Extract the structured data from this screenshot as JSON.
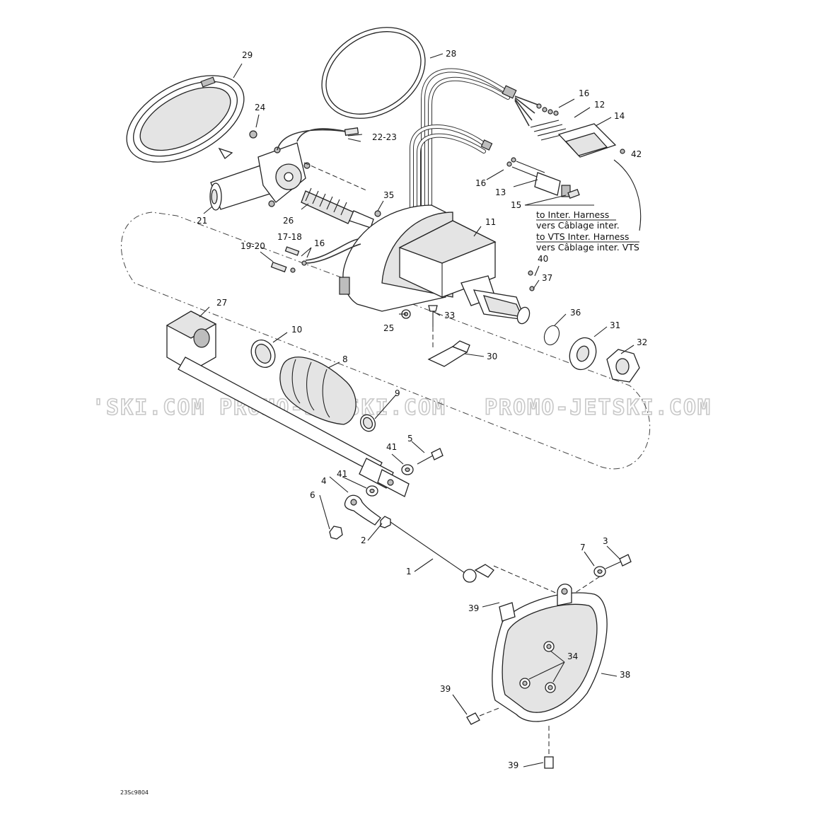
{
  "labels": {
    "l1": "1",
    "l2": "2",
    "l3": "3",
    "l4": "4",
    "l5": "5",
    "l6": "6",
    "l7": "7",
    "l8": "8",
    "l9": "9",
    "l10": "10",
    "l11": "11",
    "l12": "12",
    "l13": "13",
    "l14": "14",
    "l15": "15",
    "l16a": "16",
    "l16b": "16",
    "l16c": "16",
    "l17_18": "17-18",
    "l19_20": "19-20",
    "l21": "21",
    "l22_23": "22-23",
    "l24": "24",
    "l25": "25",
    "l26": "26",
    "l27": "27",
    "l28": "28",
    "l29": "29",
    "l30": "30",
    "l31": "31",
    "l32": "32",
    "l33": "33",
    "l34": "34",
    "l35": "35",
    "l36": "36",
    "l37": "37",
    "l38": "38",
    "l39a": "39",
    "l39b": "39",
    "l39c": "39",
    "l40": "40",
    "l41a": "41",
    "l41b": "41",
    "l42": "42"
  },
  "notes": {
    "inter_harness_en": "to Inter. Harness",
    "inter_harness_fr": "vers Câblage inter.",
    "vts_harness_en": "to VTS Inter. Harness",
    "vts_harness_fr": "vers Câblage inter. VTS"
  },
  "watermark": {
    "left": "'SKI.COM",
    "middle": "PROMO-JETSKI.COM",
    "right": "PROMO-JETSKI.COM"
  },
  "drawing_code": "23Sc9804"
}
